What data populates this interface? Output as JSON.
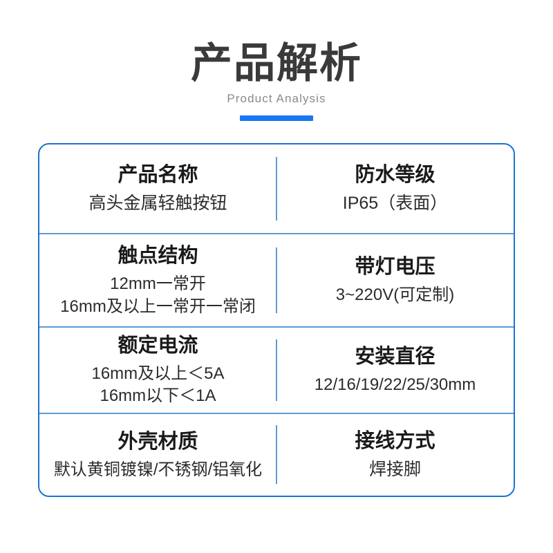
{
  "header": {
    "title": "产品解析",
    "subtitle": "Product Analysis",
    "accent_color": "#1877f2"
  },
  "spec_table": {
    "border_color": "#1a73d0",
    "divider_color": "#5b9bd5",
    "rows": [
      {
        "left": {
          "label": "产品名称",
          "values": [
            "高头金属轻触按钮"
          ]
        },
        "right": {
          "label": "防水等级",
          "values": [
            "IP65（表面）"
          ]
        }
      },
      {
        "left": {
          "label": "触点结构",
          "values": [
            "12mm一常开",
            "16mm及以上一常开一常闭"
          ]
        },
        "right": {
          "label": "带灯电压",
          "values": [
            "3~220V(可定制)"
          ]
        }
      },
      {
        "left": {
          "label": "额定电流",
          "values": [
            "16mm及以上＜5A",
            "16mm以下＜1A"
          ]
        },
        "right": {
          "label": "安装直径",
          "values": [
            "12/16/19/22/25/30mm"
          ]
        }
      },
      {
        "left": {
          "label": "外壳材质",
          "values": [
            "默认黄铜镀镍/不锈钢/铝氧化"
          ]
        },
        "right": {
          "label": "接线方式",
          "values": [
            "焊接脚"
          ]
        }
      }
    ]
  }
}
